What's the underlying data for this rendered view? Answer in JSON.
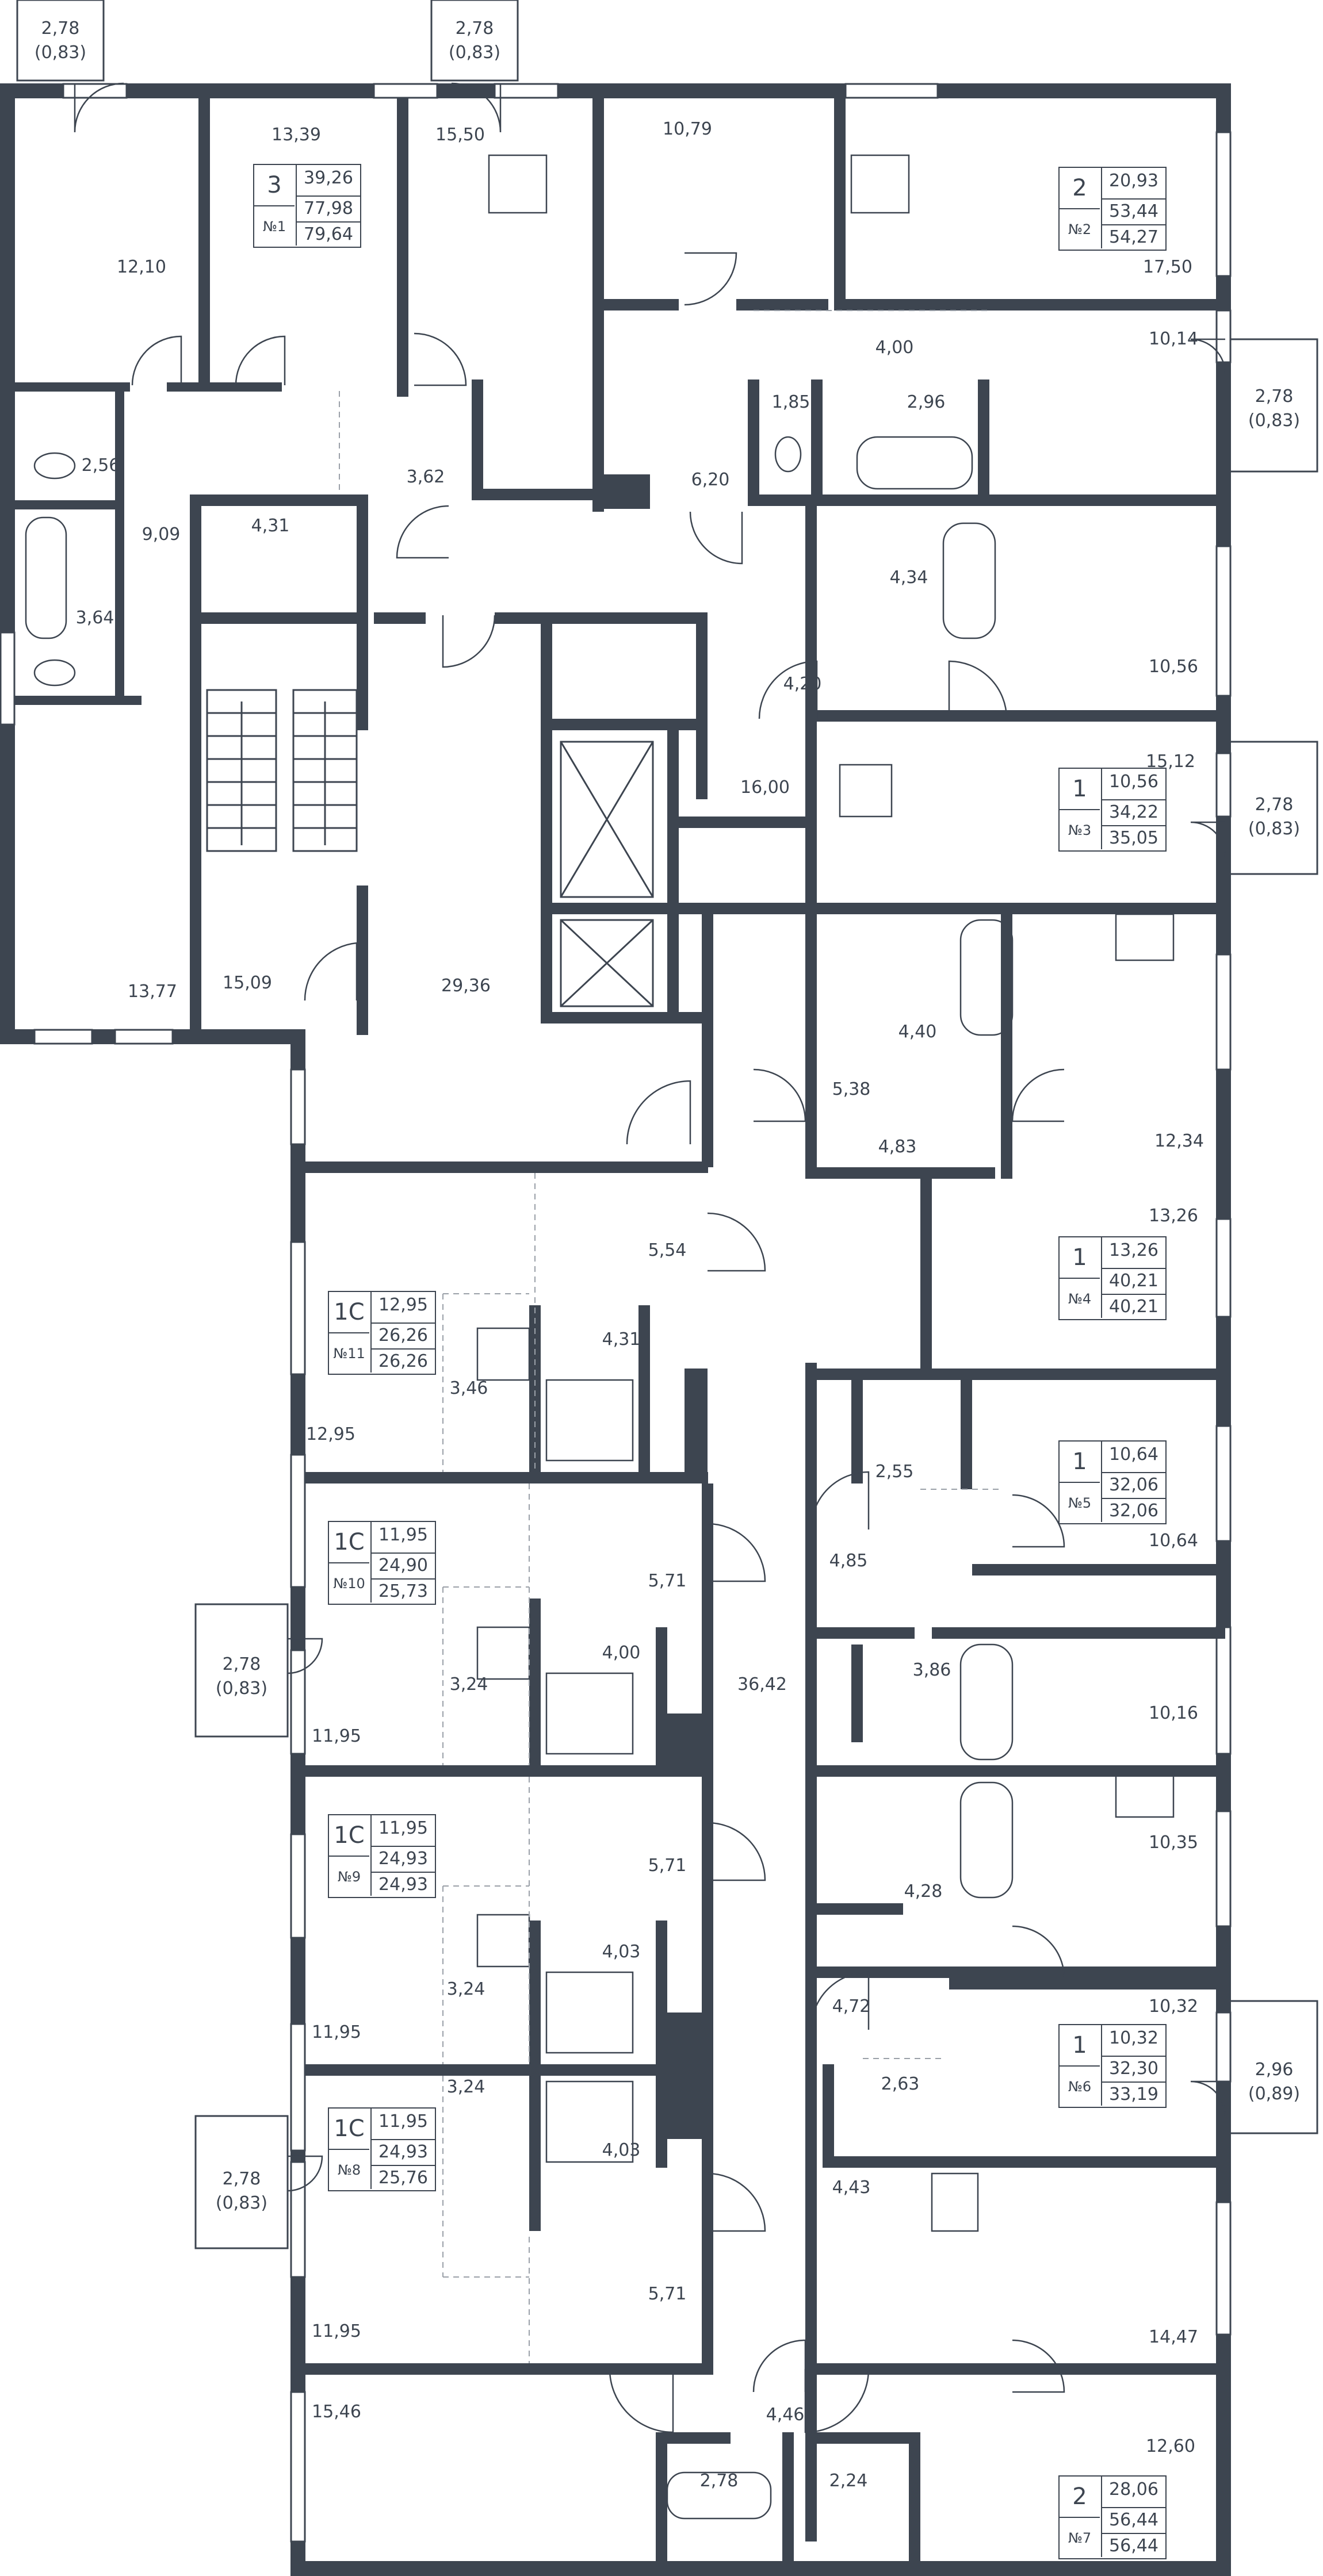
{
  "areas": [
    {
      "id": "a1",
      "text": "12,10"
    },
    {
      "id": "a2",
      "text": "13,39"
    },
    {
      "id": "a3",
      "text": "15,50"
    },
    {
      "id": "a4",
      "text": "10,79"
    },
    {
      "id": "a5",
      "text": "17,50"
    },
    {
      "id": "a6",
      "text": "10,14"
    },
    {
      "id": "a7",
      "text": "2,56"
    },
    {
      "id": "a8",
      "text": "9,09"
    },
    {
      "id": "a9",
      "text": "3,64"
    },
    {
      "id": "a10",
      "text": "4,31"
    },
    {
      "id": "a11",
      "text": "3,62"
    },
    {
      "id": "a12",
      "text": "6,20"
    },
    {
      "id": "a13",
      "text": "4,00"
    },
    {
      "id": "a14",
      "text": "1,85"
    },
    {
      "id": "a15",
      "text": "2,96"
    },
    {
      "id": "a16",
      "text": "4,34"
    },
    {
      "id": "a17",
      "text": "4,20"
    },
    {
      "id": "a18",
      "text": "10,56"
    },
    {
      "id": "a19",
      "text": "15,12"
    },
    {
      "id": "a20",
      "text": "16,00"
    },
    {
      "id": "a21",
      "text": "13,77"
    },
    {
      "id": "a22",
      "text": "15,09"
    },
    {
      "id": "a23",
      "text": "29,36"
    },
    {
      "id": "a24",
      "text": "4,40"
    },
    {
      "id": "a25",
      "text": "5,38"
    },
    {
      "id": "a26",
      "text": "12,34"
    },
    {
      "id": "a27",
      "text": "4,83"
    },
    {
      "id": "a28",
      "text": "13,26"
    },
    {
      "id": "a29",
      "text": "5,54"
    },
    {
      "id": "a30",
      "text": "4,31"
    },
    {
      "id": "a31",
      "text": "3,46"
    },
    {
      "id": "a32",
      "text": "12,95"
    },
    {
      "id": "a33",
      "text": "2,55"
    },
    {
      "id": "a34",
      "text": "4,85"
    },
    {
      "id": "a35",
      "text": "10,64"
    },
    {
      "id": "a36",
      "text": "5,71"
    },
    {
      "id": "a37",
      "text": "4,00"
    },
    {
      "id": "a38",
      "text": "3,24"
    },
    {
      "id": "a39",
      "text": "36,42"
    },
    {
      "id": "a40",
      "text": "3,86"
    },
    {
      "id": "a41",
      "text": "10,16"
    },
    {
      "id": "a42",
      "text": "11,95"
    },
    {
      "id": "a43",
      "text": "10,35"
    },
    {
      "id": "a44",
      "text": "5,71"
    },
    {
      "id": "a45",
      "text": "4,03"
    },
    {
      "id": "a46",
      "text": "3,24"
    },
    {
      "id": "a47",
      "text": "4,28"
    },
    {
      "id": "a48",
      "text": "4,72"
    },
    {
      "id": "a49",
      "text": "10,32"
    },
    {
      "id": "a50",
      "text": "11,95"
    },
    {
      "id": "a51",
      "text": "2,63"
    },
    {
      "id": "a52",
      "text": "3,24"
    },
    {
      "id": "a53",
      "text": "4,03"
    },
    {
      "id": "a54",
      "text": "4,43"
    },
    {
      "id": "a55",
      "text": "5,71"
    },
    {
      "id": "a56",
      "text": "11,95"
    },
    {
      "id": "a57",
      "text": "14,47"
    },
    {
      "id": "a58",
      "text": "15,46"
    },
    {
      "id": "a59",
      "text": "4,46"
    },
    {
      "id": "a60",
      "text": "12,60"
    },
    {
      "id": "a61",
      "text": "2,78"
    },
    {
      "id": "a62",
      "text": "2,24"
    }
  ],
  "balconies": [
    {
      "id": "b1",
      "area": "2,78",
      "reduced": "(0,83)"
    },
    {
      "id": "b2",
      "area": "2,78",
      "reduced": "(0,83)"
    },
    {
      "id": "b3",
      "area": "2,78",
      "reduced": "(0,83)"
    },
    {
      "id": "b4",
      "area": "2,78",
      "reduced": "(0,83)"
    },
    {
      "id": "b5",
      "area": "2,78",
      "reduced": "(0,83)"
    },
    {
      "id": "b6",
      "area": "2,96",
      "reduced": "(0,89)"
    },
    {
      "id": "b7",
      "area": "2,78",
      "reduced": "(0,83)"
    }
  ],
  "apartments": [
    {
      "id": "1",
      "rooms": "3",
      "number": "№1",
      "living": "39,26",
      "total": "77,98",
      "total_with_balcony": "79,64"
    },
    {
      "id": "2",
      "rooms": "2",
      "number": "№2",
      "living": "20,93",
      "total": "53,44",
      "total_with_balcony": "54,27"
    },
    {
      "id": "3",
      "rooms": "1",
      "number": "№3",
      "living": "10,56",
      "total": "34,22",
      "total_with_balcony": "35,05"
    },
    {
      "id": "4",
      "rooms": "1",
      "number": "№4",
      "living": "13,26",
      "total": "40,21",
      "total_with_balcony": "40,21"
    },
    {
      "id": "5",
      "rooms": "1",
      "number": "№5",
      "living": "10,64",
      "total": "32,06",
      "total_with_balcony": "32,06"
    },
    {
      "id": "6",
      "rooms": "1",
      "number": "№6",
      "living": "10,32",
      "total": "32,30",
      "total_with_balcony": "33,19"
    },
    {
      "id": "7",
      "rooms": "2",
      "number": "№7",
      "living": "28,06",
      "total": "56,44",
      "total_with_balcony": "56,44"
    },
    {
      "id": "8",
      "rooms": "1С",
      "number": "№8",
      "living": "11,95",
      "total": "24,93",
      "total_with_balcony": "25,76"
    },
    {
      "id": "9",
      "rooms": "1С",
      "number": "№9",
      "living": "11,95",
      "total": "24,93",
      "total_with_balcony": "24,93"
    },
    {
      "id": "10",
      "rooms": "1С",
      "number": "№10",
      "living": "11,95",
      "total": "24,90",
      "total_with_balcony": "25,73"
    },
    {
      "id": "11",
      "rooms": "1С",
      "number": "№11",
      "living": "12,95",
      "total": "26,26",
      "total_with_balcony": "26,26"
    }
  ]
}
